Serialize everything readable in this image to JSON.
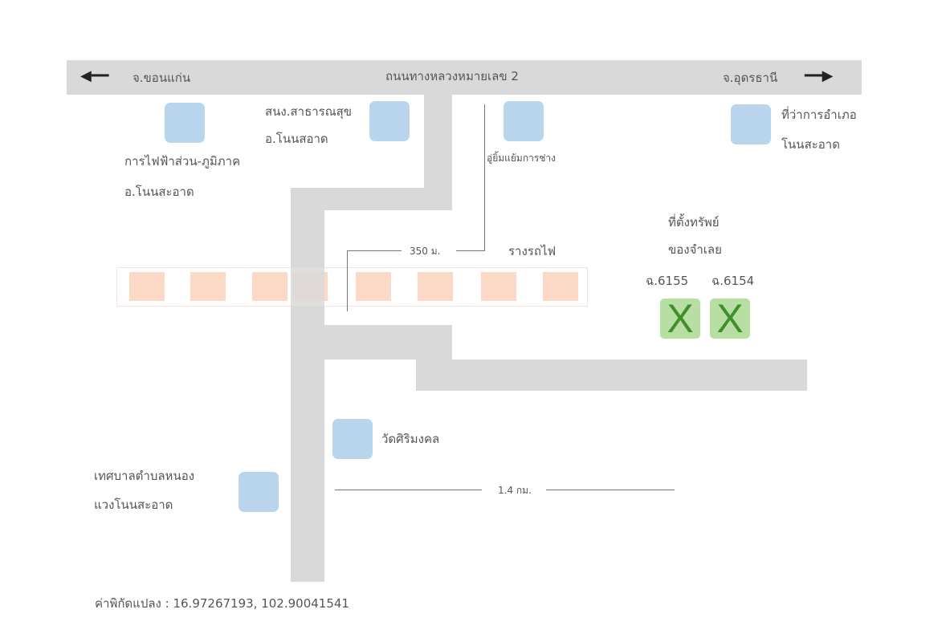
{
  "highway": {
    "name": "ถนนทางหลวงหมายเลข 2",
    "left_dest": "จ.ขอนแก่น",
    "right_dest": "จ.อุดรธานี"
  },
  "landmarks": {
    "pea": [
      "การไฟฟ้าส่วน-ภูมิภาค",
      "อ.โนนสะอาด"
    ],
    "health": [
      "สนง.สาธารณสุข",
      "อ.โนนสอาด"
    ],
    "garage": "อู่ยิ้มแย้มการช่าง",
    "district": [
      "ที่ว่าการอำเภอ",
      "โนนสะอาด"
    ],
    "temple": "วัดศิริมงคล",
    "municipality": [
      "เทศบาลตำบลหนอง",
      "แวงโนนสะอาด"
    ]
  },
  "railway": "รางรถไฟ",
  "distances": {
    "short": "350 ม.",
    "long": "1.4 กม."
  },
  "property": {
    "title": [
      "ที่ตั้งทรัพย์",
      "ของจำเลย"
    ],
    "deeds": [
      "ฉ.6155",
      "ฉ.6154"
    ],
    "marker": "X"
  },
  "coordinates": "ค่าพิกัดแปลง : 16.97267193, 102.90041541",
  "colors": {
    "road": "#d9d9d9",
    "building": "#b9d5ee",
    "rail": "#fbd9c6",
    "property": "#b7dfa4"
  }
}
